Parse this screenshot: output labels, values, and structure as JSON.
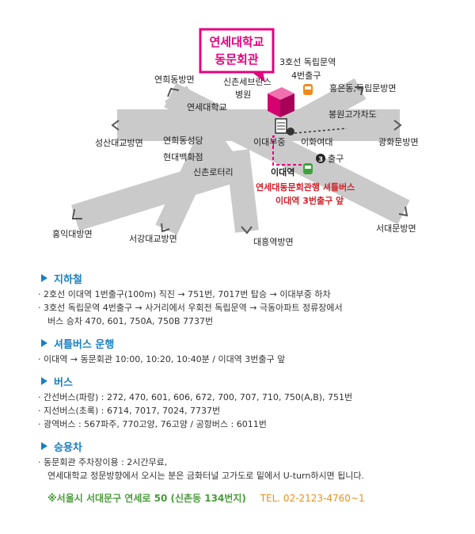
{
  "map": {
    "building_title_line1": "연세대학교",
    "building_title_line2": "동문회관",
    "places": {
      "yonhui_dong": "연희동방면",
      "yonsei_univ": "연세대학교",
      "severance_line1": "신촌세브란스",
      "severance_line2": "병원",
      "line3_dongnimmun": "3호선  독립문역",
      "exit4": "4번출구",
      "hongeun_dong": "홍은동,독립문방면",
      "bongwon_overpass": "봉원고가차도",
      "ewha_bujung": "이대부중",
      "ewha_girls_middle": "이화여대",
      "gwanghwamun": "광화문방면",
      "seongsan_daero": "성산대교방면",
      "yonhui_cathedral": "연희동성당",
      "hyundai_dept": "현대백화점",
      "sinchon_rotary": "신촌로터리",
      "idae_station": "이대역",
      "exit3": "출구",
      "exit3_num": "3",
      "hongik": "홍익대방면",
      "seogang": "서강대교방면",
      "daeheung": "대흥역방면",
      "seodaemun": "서대문방면",
      "shuttle_line1": "연세대동문회관행  셔틀버스",
      "shuttle_line2": "이대역  3번출구  앞"
    }
  },
  "sections": [
    {
      "title": "지하철",
      "lines": [
        "· 2호선  이대역  1번출구(100m)  직진  →  751번, 7017번  탑승  →  이대부중  하차",
        "· 3호선  독립문역  4번출구  →  사거리에서  우회전  독립문역  →  극동아파트  정류장에서",
        "버스  승차  470,  601,  750A,  750B  7737번"
      ]
    },
    {
      "title": "셔틀버스  운행",
      "lines": [
        "· 이대역  →  동문회관  10:00,  10:20,  10:40분  /  이대역  3번출구  앞"
      ]
    },
    {
      "title": "버스",
      "lines": [
        "· 간선버스(파랑)  :  272,  470,  601,  606,  672,  700,  707,  710,  750(A,B),  751번",
        "· 지선버스(초록)  :  6714,  7017,  7024,  7737번",
        "· 광역버스  :  567파주,  770고양,  76고양  /  공항버스  :  6011번"
      ]
    },
    {
      "title": "승용차",
      "lines": [
        "· 동문회관  주차장이용  :  2시간무료,",
        "연세대학교  정문방향에서  오시는  분은  금화터널  고가도로  밑에서  U-turn하시면  됩니다."
      ]
    }
  ],
  "footer": {
    "address": "※서울시  서대문구  연세로  50  (신촌동  134번지)",
    "tel": "TEL.  02-2123-4760~1"
  },
  "colors": {
    "road": "#c8c8c8",
    "accent_magenta": "#e4007f",
    "section_blue": "#1a7fc3",
    "red_text": "#d2202a",
    "footer_green": "#4a9b3a",
    "footer_orange": "#e8901e"
  }
}
